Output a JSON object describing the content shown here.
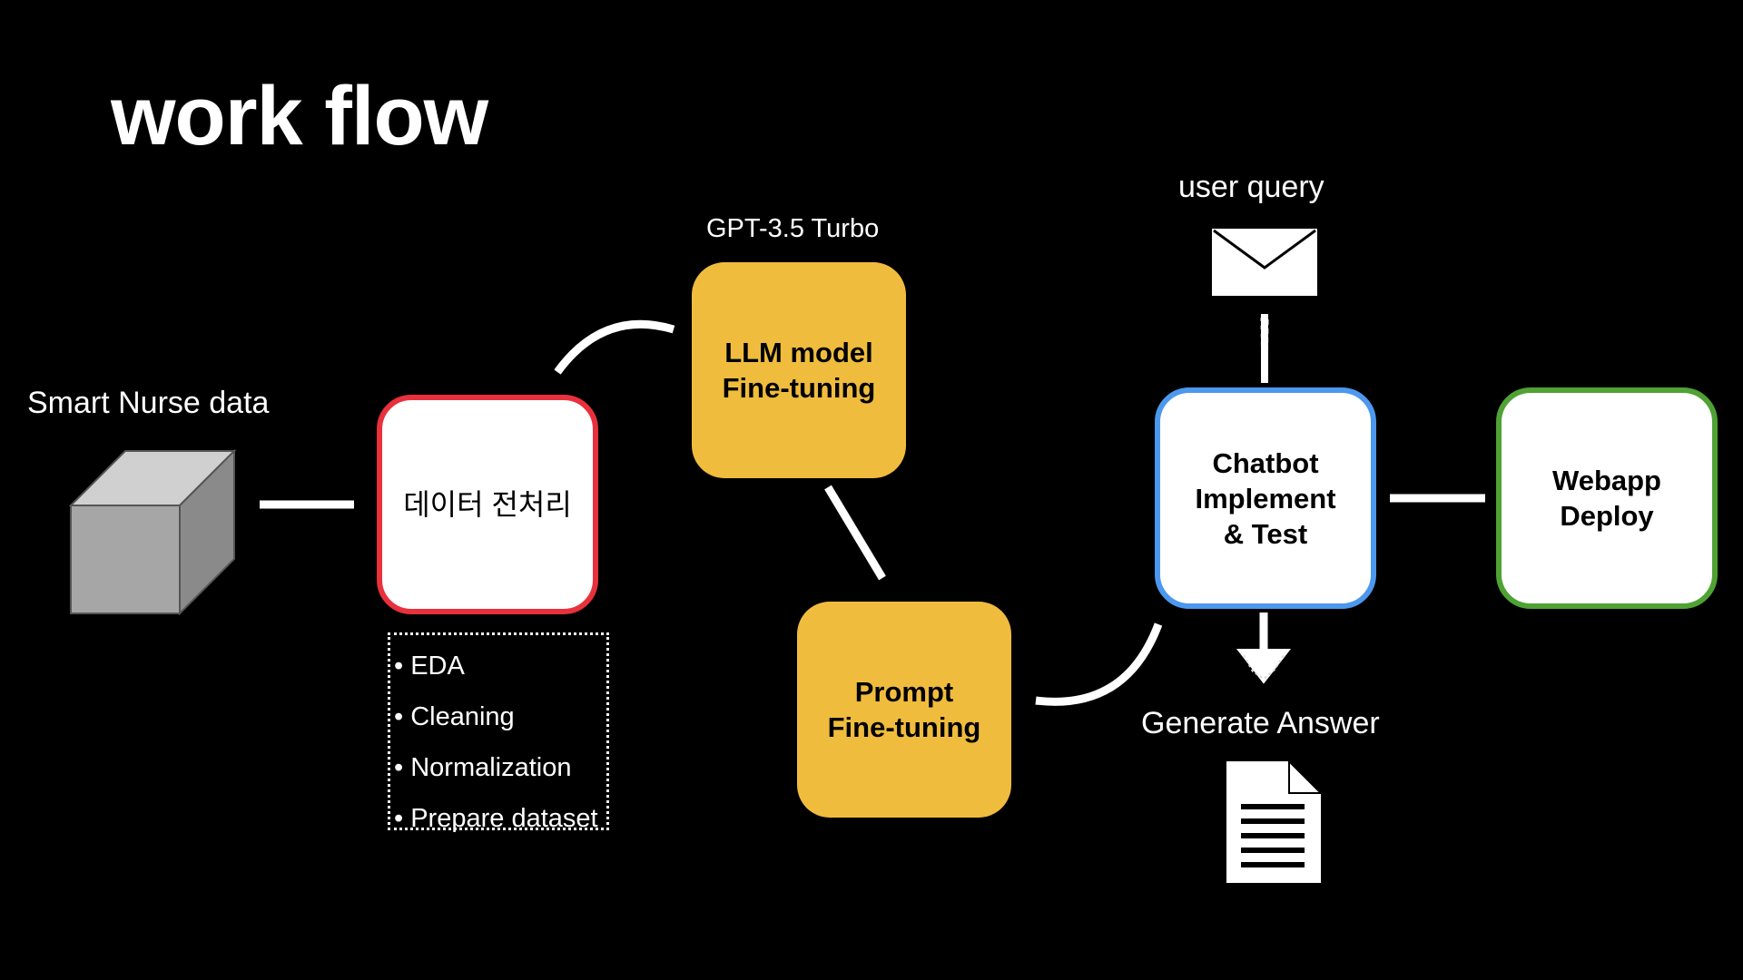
{
  "title": "work flow",
  "source": {
    "label": "Smart Nurse data",
    "icon": "cube-icon"
  },
  "preprocess": {
    "label": "데이터 전처리",
    "border_color": "#e8313c",
    "steps": [
      "EDA",
      "Cleaning",
      "Normalization",
      "Prepare dataset"
    ]
  },
  "llm": {
    "caption": "GPT-3.5 Turbo",
    "label": "LLM model\nFine-tuning",
    "color": "#f0bc3e"
  },
  "prompt": {
    "label": "Prompt\nFine-tuning",
    "color": "#f0bc3e"
  },
  "chatbot": {
    "label": "Chatbot\nImplement\n& Test",
    "border_color": "#4c98ee",
    "input_label": "user query",
    "input_icon": "envelope-icon",
    "output_label": "Generate Answer",
    "output_icon": "document-icon"
  },
  "deploy": {
    "label": "Webapp\nDeploy",
    "border_color": "#4fa233"
  }
}
